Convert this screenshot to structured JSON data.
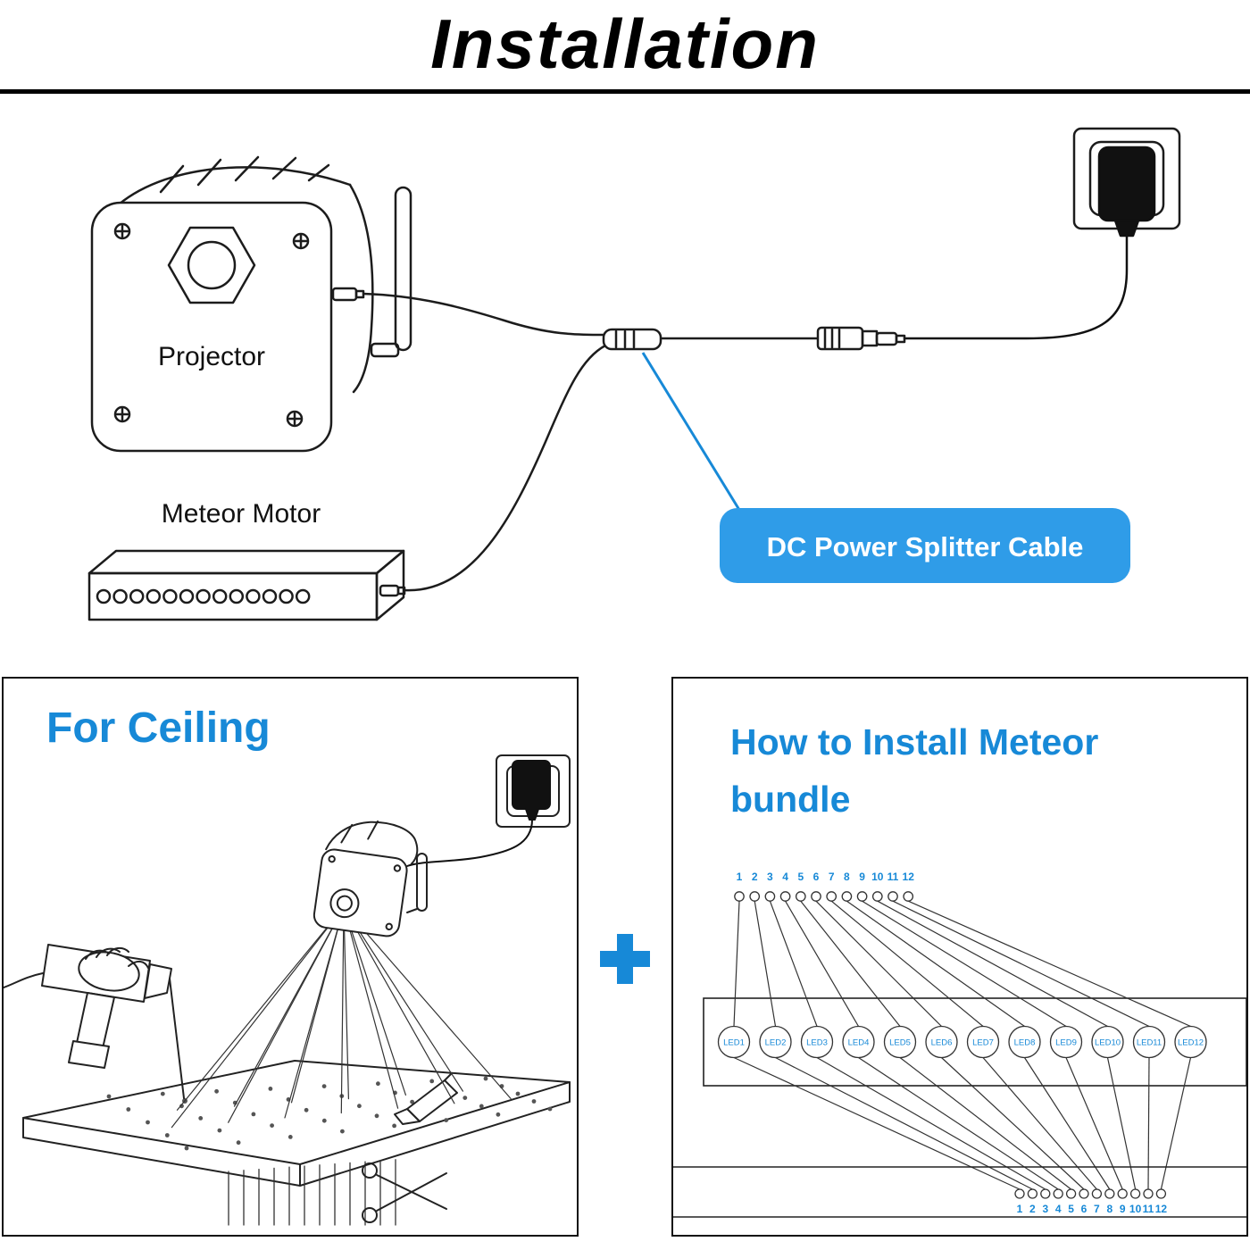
{
  "title": "Installation",
  "colors": {
    "accent": "#1789d7",
    "badge": "#2f9ce8"
  },
  "top_diagram": {
    "projector_label": "Projector",
    "motor_label": "Meteor Motor",
    "splitter_badge": "DC Power Splitter Cable"
  },
  "ceiling_panel": {
    "heading": "For Ceiling"
  },
  "bundle_panel": {
    "heading_line1": "How to Install Meteor",
    "heading_line2": "bundle",
    "numbers": [
      "1",
      "2",
      "3",
      "4",
      "5",
      "6",
      "7",
      "8",
      "9",
      "10",
      "11",
      "12"
    ],
    "led_labels": [
      "LED1",
      "LED2",
      "LED3",
      "LED4",
      "LED5",
      "LED6",
      "LED7",
      "LED8",
      "LED9",
      "LED10",
      "LED11",
      "LED12"
    ]
  }
}
